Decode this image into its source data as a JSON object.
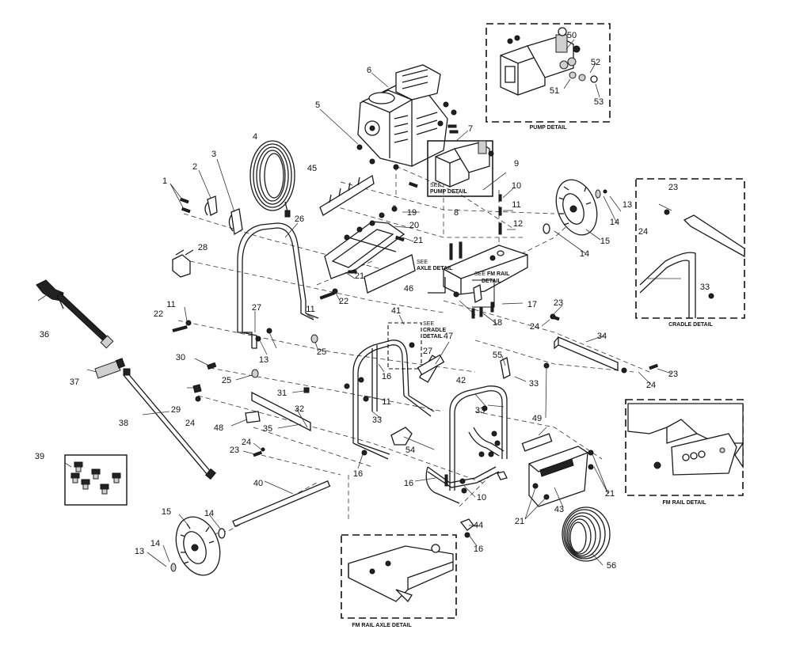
{
  "callouts": [
    {
      "id": "c1",
      "text": "1"
    },
    {
      "id": "c2",
      "text": "2"
    },
    {
      "id": "c3",
      "text": "3"
    },
    {
      "id": "c4",
      "text": "4"
    },
    {
      "id": "c5",
      "text": "5"
    },
    {
      "id": "c6",
      "text": "6"
    },
    {
      "id": "c7",
      "text": "7"
    },
    {
      "id": "c8",
      "text": "8"
    },
    {
      "id": "c9",
      "text": "9"
    },
    {
      "id": "c10a",
      "text": "10"
    },
    {
      "id": "c10b",
      "text": "10"
    },
    {
      "id": "c11a",
      "text": "11"
    },
    {
      "id": "c11b",
      "text": "11"
    },
    {
      "id": "c11c",
      "text": "11"
    },
    {
      "id": "c11d",
      "text": "11"
    },
    {
      "id": "c12",
      "text": "12"
    },
    {
      "id": "c13a",
      "text": "13"
    },
    {
      "id": "c13b",
      "text": "13"
    },
    {
      "id": "c13c",
      "text": "13"
    },
    {
      "id": "c14a",
      "text": "14"
    },
    {
      "id": "c14b",
      "text": "14"
    },
    {
      "id": "c14c",
      "text": "14"
    },
    {
      "id": "c14d",
      "text": "14"
    },
    {
      "id": "c15a",
      "text": "15"
    },
    {
      "id": "c15b",
      "text": "15"
    },
    {
      "id": "c16a",
      "text": "16"
    },
    {
      "id": "c16b",
      "text": "16"
    },
    {
      "id": "c16c",
      "text": "16"
    },
    {
      "id": "c16d",
      "text": "16"
    },
    {
      "id": "c17",
      "text": "17"
    },
    {
      "id": "c18",
      "text": "18"
    },
    {
      "id": "c19",
      "text": "19"
    },
    {
      "id": "c20",
      "text": "20"
    },
    {
      "id": "c21a",
      "text": "21"
    },
    {
      "id": "c21b",
      "text": "21"
    },
    {
      "id": "c21c",
      "text": "21"
    },
    {
      "id": "c21d",
      "text": "21"
    },
    {
      "id": "c22a",
      "text": "22"
    },
    {
      "id": "c22b",
      "text": "22"
    },
    {
      "id": "c23a",
      "text": "23"
    },
    {
      "id": "c23b",
      "text": "23"
    },
    {
      "id": "c23c",
      "text": "23"
    },
    {
      "id": "c23d",
      "text": "23"
    },
    {
      "id": "c24a",
      "text": "24"
    },
    {
      "id": "c24b",
      "text": "24"
    },
    {
      "id": "c24c",
      "text": "24"
    },
    {
      "id": "c24d",
      "text": "24"
    },
    {
      "id": "c24e",
      "text": "24"
    },
    {
      "id": "c25a",
      "text": "25"
    },
    {
      "id": "c25b",
      "text": "25"
    },
    {
      "id": "c26",
      "text": "26"
    },
    {
      "id": "c27a",
      "text": "27"
    },
    {
      "id": "c27b",
      "text": "27"
    },
    {
      "id": "c28",
      "text": "28"
    },
    {
      "id": "c29",
      "text": "29"
    },
    {
      "id": "c30",
      "text": "30"
    },
    {
      "id": "c31",
      "text": "31"
    },
    {
      "id": "c32",
      "text": "32"
    },
    {
      "id": "c33a",
      "text": "33"
    },
    {
      "id": "c33b",
      "text": "33"
    },
    {
      "id": "c33c",
      "text": "33"
    },
    {
      "id": "c33d",
      "text": "33"
    },
    {
      "id": "c34",
      "text": "34"
    },
    {
      "id": "c35",
      "text": "35"
    },
    {
      "id": "c36",
      "text": "36"
    },
    {
      "id": "c37",
      "text": "37"
    },
    {
      "id": "c38",
      "text": "38"
    },
    {
      "id": "c39",
      "text": "39"
    },
    {
      "id": "c40",
      "text": "40"
    },
    {
      "id": "c41",
      "text": "41"
    },
    {
      "id": "c42",
      "text": "42"
    },
    {
      "id": "c43",
      "text": "43"
    },
    {
      "id": "c44",
      "text": "44"
    },
    {
      "id": "c45",
      "text": "45"
    },
    {
      "id": "c46",
      "text": "46"
    },
    {
      "id": "c47",
      "text": "47"
    },
    {
      "id": "c48",
      "text": "48"
    },
    {
      "id": "c49",
      "text": "49"
    },
    {
      "id": "c50",
      "text": "50"
    },
    {
      "id": "c51",
      "text": "51"
    },
    {
      "id": "c52",
      "text": "52"
    },
    {
      "id": "c53",
      "text": "53"
    },
    {
      "id": "c54",
      "text": "54"
    },
    {
      "id": "c55",
      "text": "55"
    },
    {
      "id": "c56",
      "text": "56"
    }
  ],
  "detail_captions": {
    "pump": "PUMP DETAIL",
    "cradle": "CRADLE DETAIL",
    "fm_rail": "FM RAIL DETAIL",
    "fm_rail_axle": "FM RAIL AXLE DETAIL"
  },
  "see_notes": {
    "see_word": "SEE",
    "pump": "PUMP DETAIL",
    "axle": "AXLE DETAIL",
    "fm_rail_1": "FM RAIL",
    "fm_rail_2": "DETAIL",
    "cradle_1": "CRADLE",
    "cradle_2": "DETAIL"
  }
}
